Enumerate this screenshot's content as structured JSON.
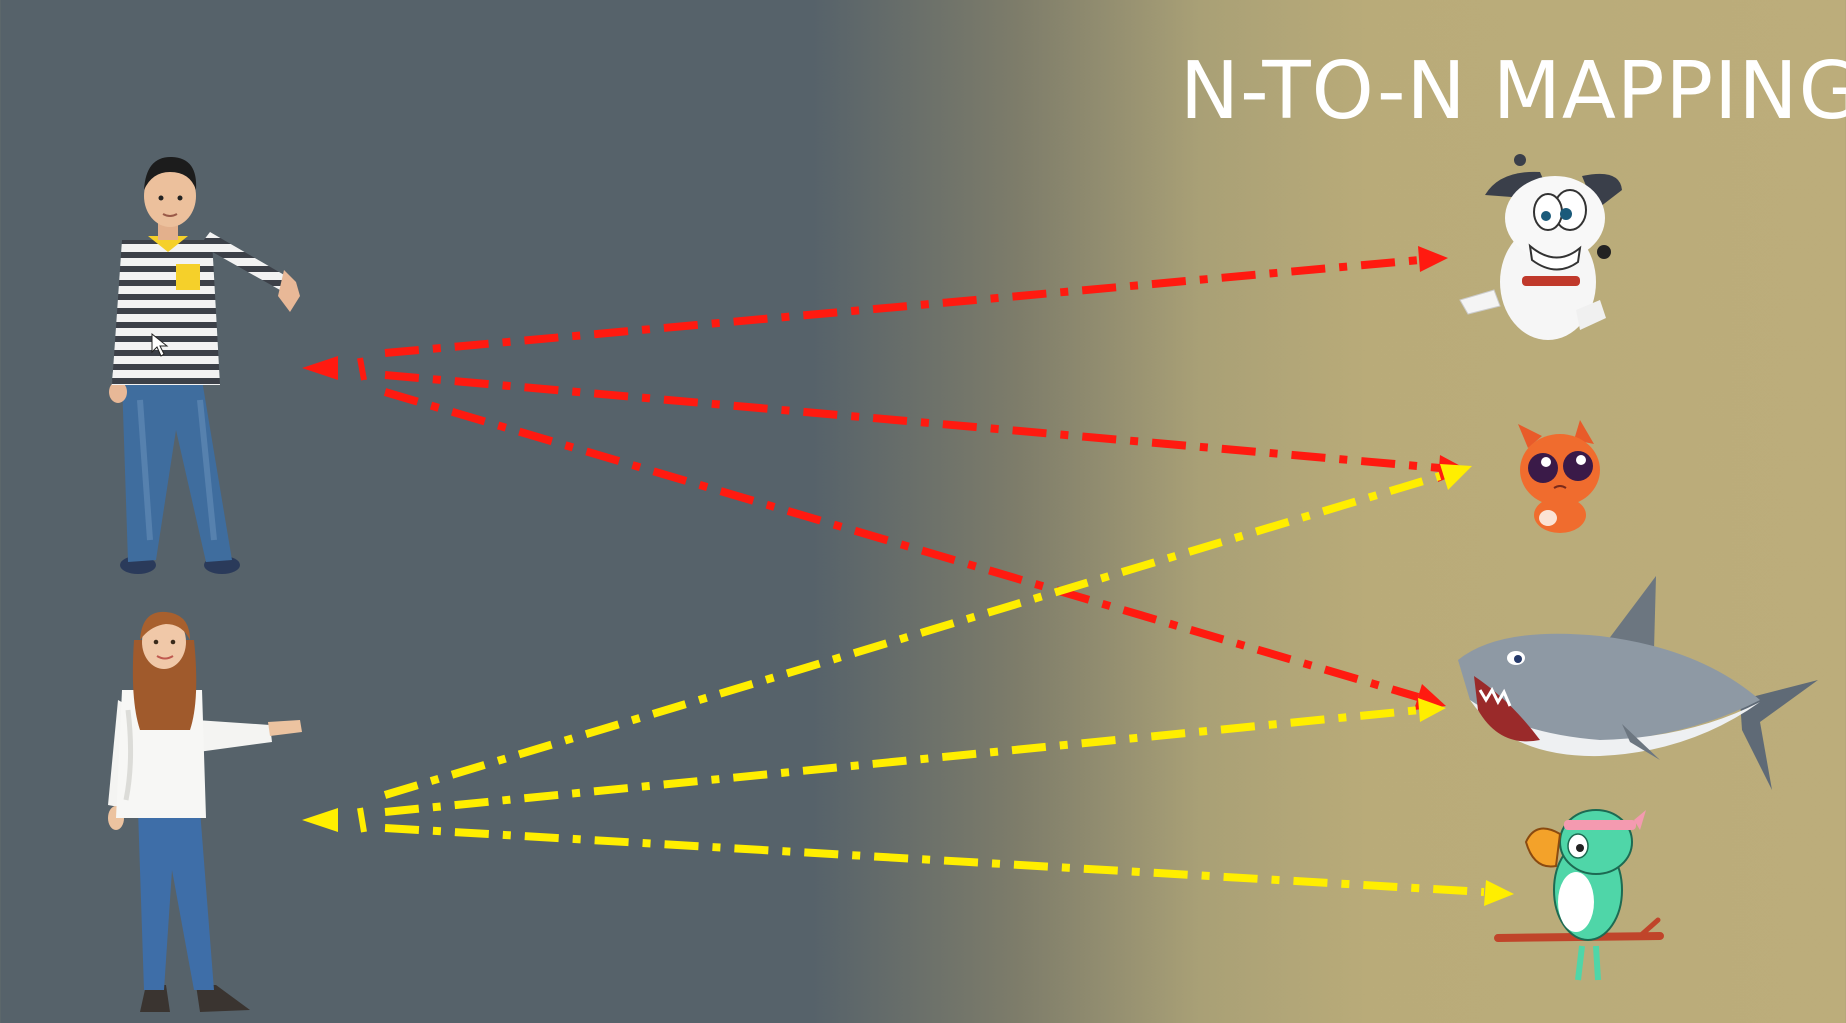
{
  "slide": {
    "title": "N-TO-N MAPPING"
  },
  "sources": [
    {
      "icon": "boy-figure",
      "arrow_color": "#ff1a10"
    },
    {
      "icon": "girl-figure",
      "arrow_color": "#ffee00"
    }
  ],
  "targets": [
    {
      "icon": "cartoon-dog-icon"
    },
    {
      "icon": "cartoon-kitten-icon"
    },
    {
      "icon": "cartoon-shark-icon"
    },
    {
      "icon": "cartoon-parrot-icon"
    }
  ],
  "mappings": [
    {
      "from": 0,
      "to": 0,
      "color": "#ff1a10"
    },
    {
      "from": 0,
      "to": 1,
      "color": "#ff1a10"
    },
    {
      "from": 0,
      "to": 2,
      "color": "#ff1a10"
    },
    {
      "from": 1,
      "to": 1,
      "color": "#ffee00"
    },
    {
      "from": 1,
      "to": 2,
      "color": "#ffee00"
    },
    {
      "from": 1,
      "to": 3,
      "color": "#ffee00"
    }
  ]
}
